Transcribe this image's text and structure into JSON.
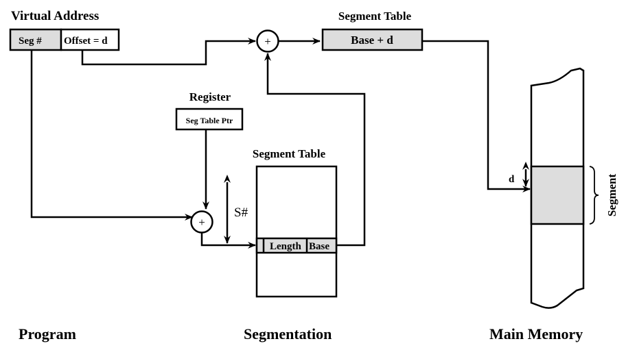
{
  "colors": {
    "shaded": "#dddddd",
    "line": "#000000",
    "background": "#ffffff"
  },
  "virtual_address": {
    "title": "Virtual Address",
    "seg_field": "Seg #",
    "offset_field": "Offset = d"
  },
  "adders": {
    "symbol": "+"
  },
  "result_box": {
    "title": "Segment Table",
    "value": "Base + d"
  },
  "register": {
    "title": "Register",
    "value": "Seg Table Ptr"
  },
  "segment_table": {
    "title": "Segment Table",
    "entry_length": "Length",
    "entry_base": "Base",
    "index_label": "S#"
  },
  "main_memory": {
    "offset_label": "d",
    "segment_label": "Segment"
  },
  "section_labels": {
    "program": "Program",
    "segmentation": "Segmentation",
    "main_memory": "Main Memory"
  }
}
